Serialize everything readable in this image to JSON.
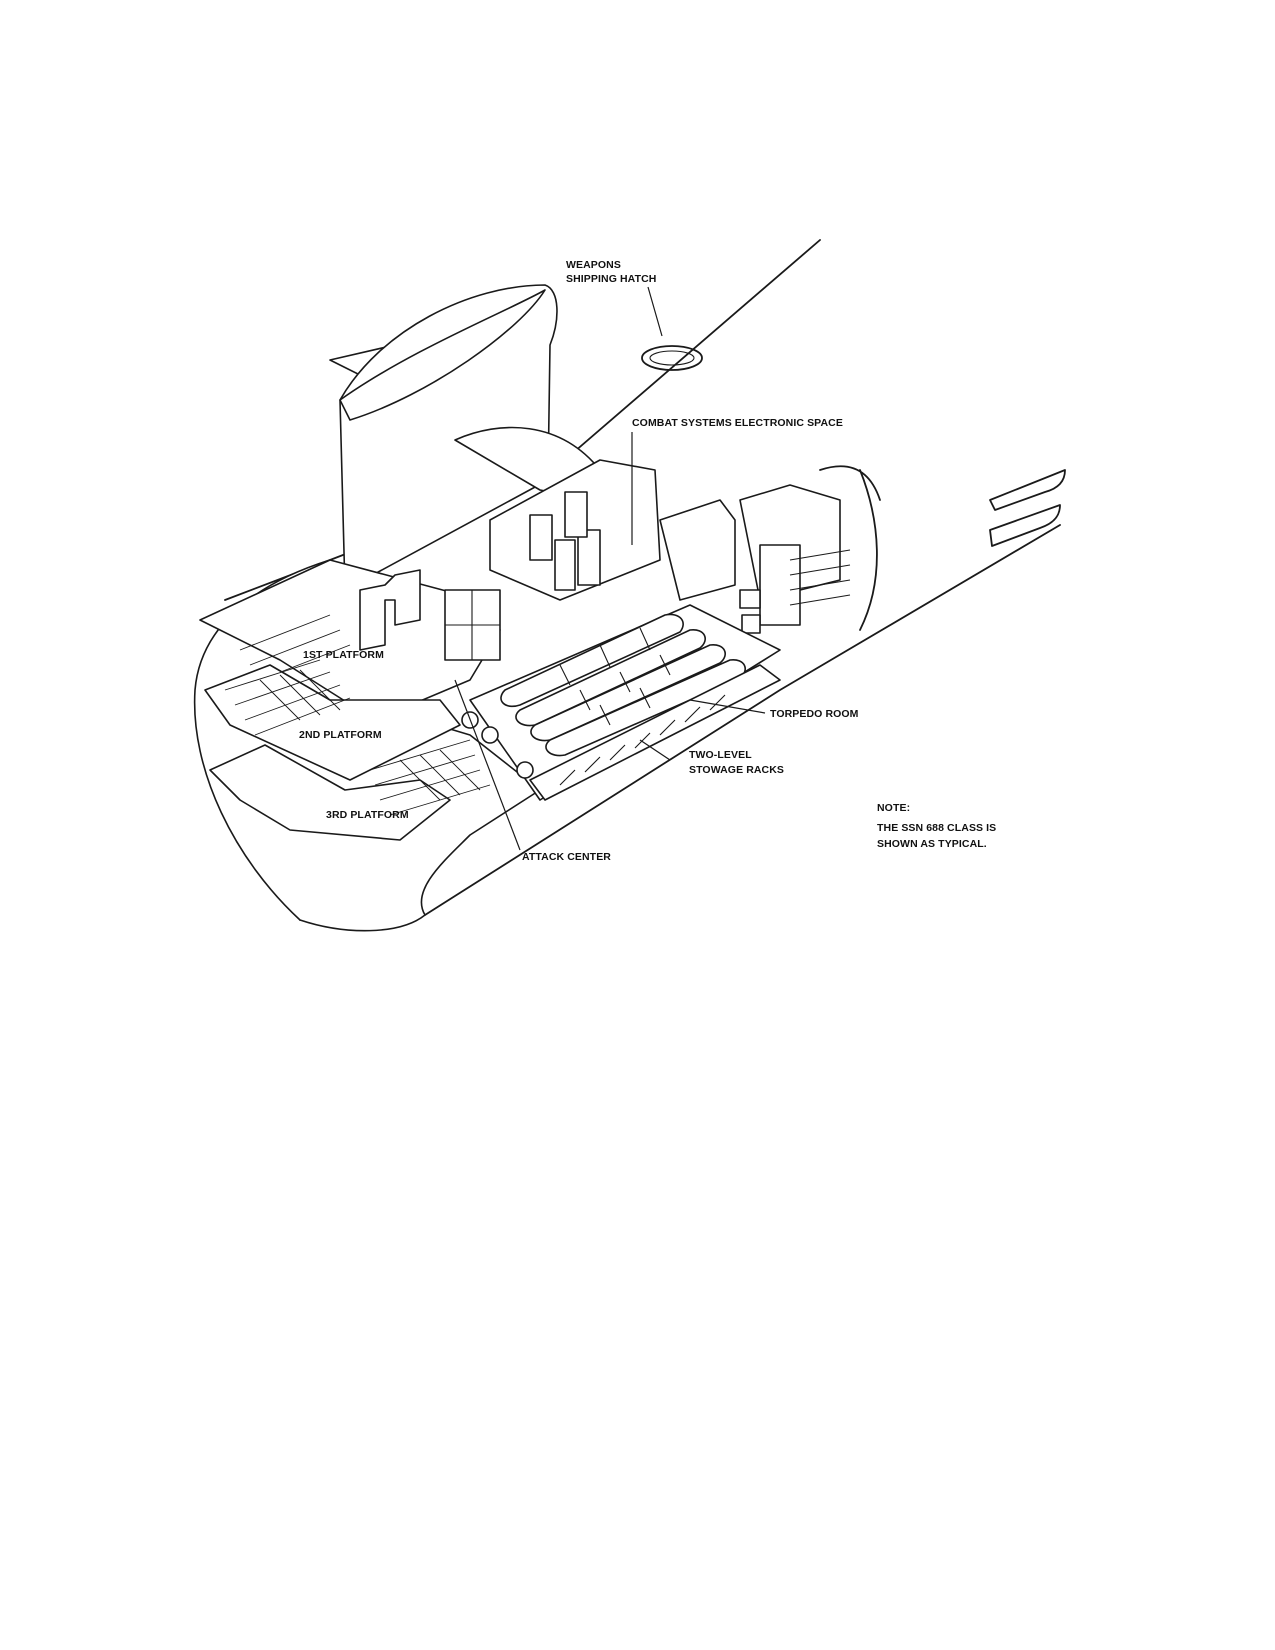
{
  "labels": {
    "weapons_hatch_1": "WEAPONS",
    "weapons_hatch_2": "SHIPPING HATCH",
    "combat_systems": "COMBAT SYSTEMS ELECTRONIC SPACE",
    "platform_1": "1ST PLATFORM",
    "platform_2": "2ND PLATFORM",
    "platform_3": "3RD PLATFORM",
    "torpedo_room": "TORPEDO ROOM",
    "stowage_1": "TWO-LEVEL",
    "stowage_2": "STOWAGE RACKS",
    "attack_center": "ATTACK CENTER"
  },
  "note": {
    "heading": "NOTE:",
    "line1": "THE SSN 688 CLASS IS",
    "line2": "SHOWN AS TYPICAL."
  }
}
